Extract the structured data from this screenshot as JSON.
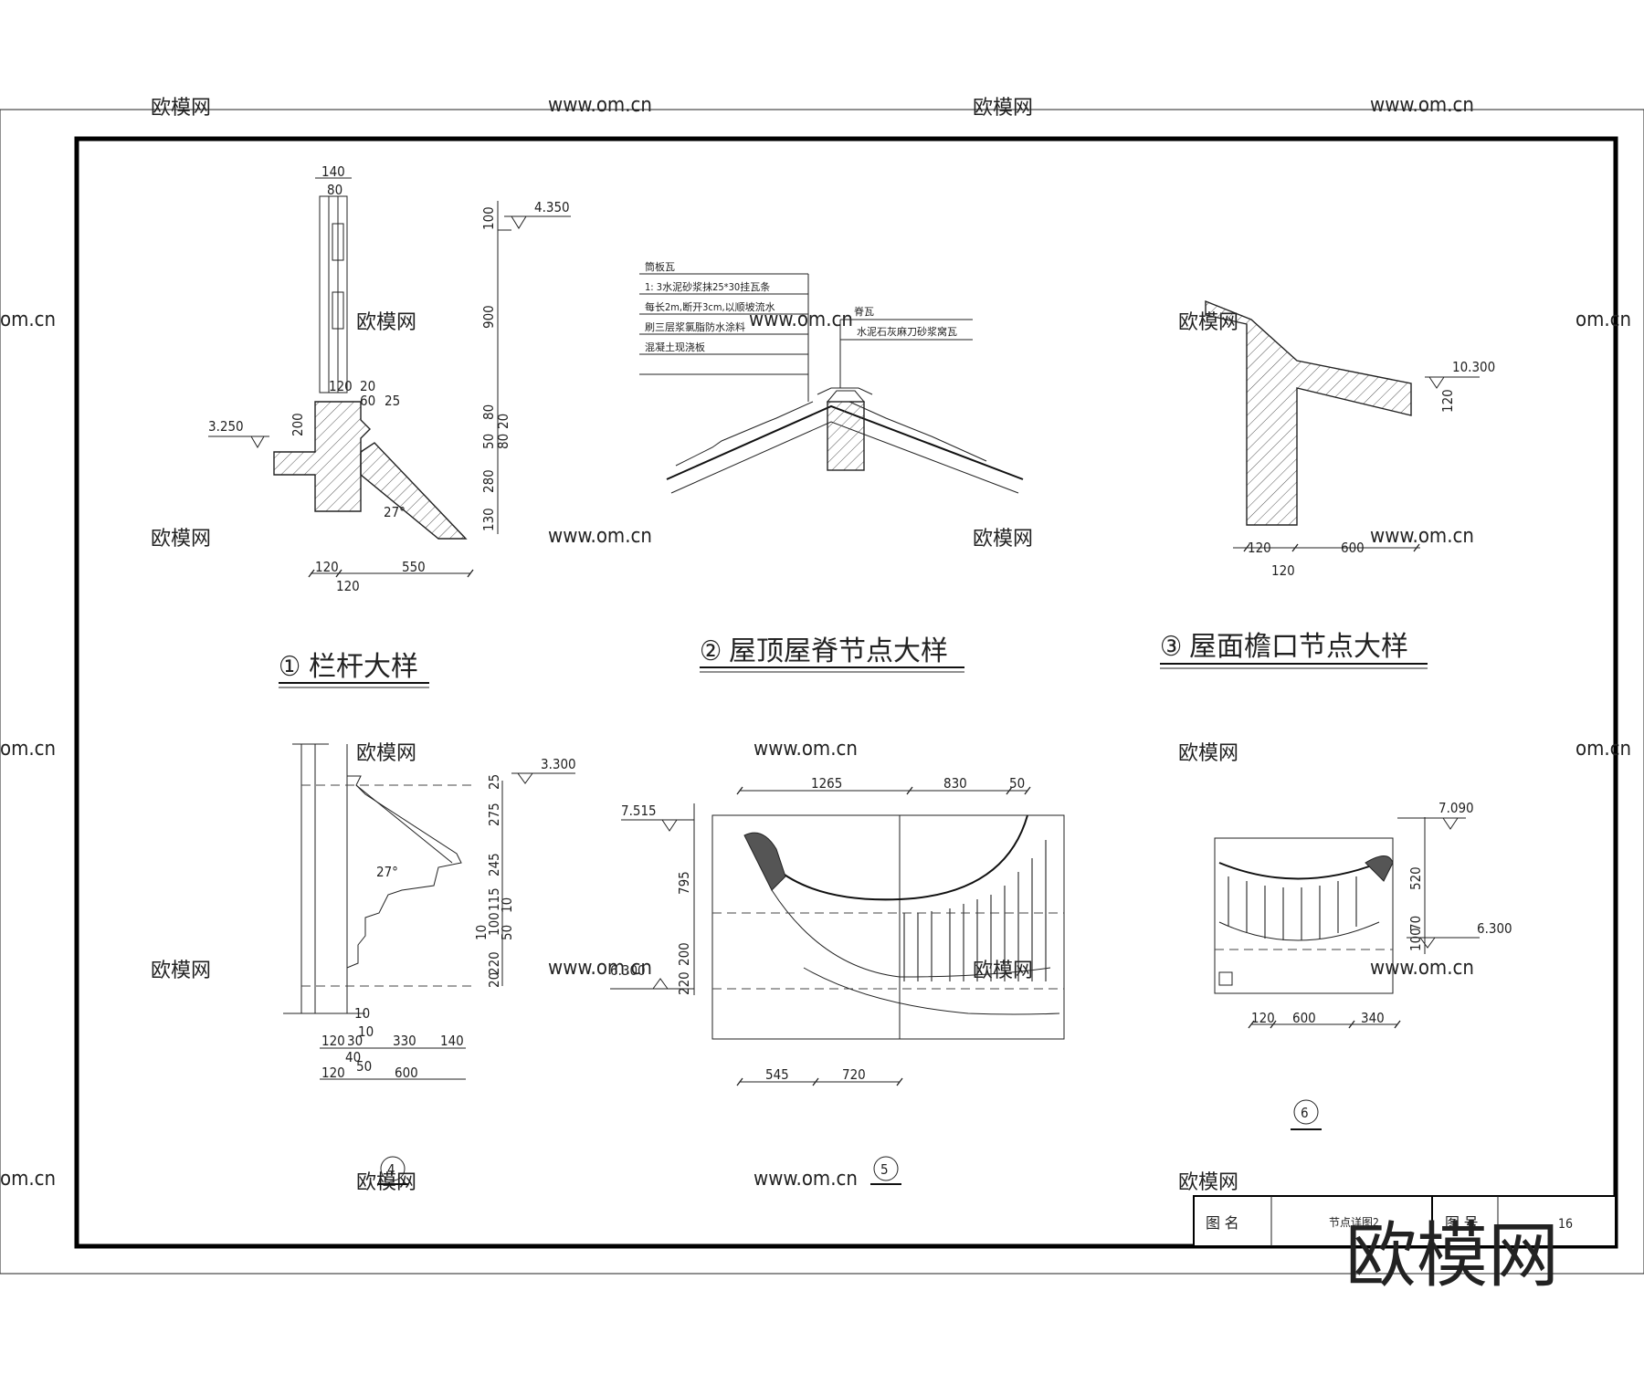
{
  "watermarks": {
    "site_text": "欧模网",
    "url_text": "www.om.cn",
    "domain_text": "om.cn",
    "corner_logo": "欧模网"
  },
  "details": {
    "d1": {
      "number": "①",
      "title": "栏杆大样",
      "dims": [
        "140",
        "80",
        "120",
        "20",
        "60",
        "25",
        "200",
        "120",
        "120",
        "550"
      ],
      "levels": [
        "3.250",
        "4.350"
      ],
      "vertical_dims": [
        "100",
        "900",
        "80",
        "50",
        "20",
        "80",
        "280",
        "130"
      ],
      "angle": "27°"
    },
    "d2": {
      "number": "②",
      "title": "屋顶屋脊节点大样",
      "notes": [
        "筒板瓦",
        "1: 3水泥砂浆抹25*30挂瓦条",
        "每长2m,断开3cm,以顺坡流水",
        "刷三层浆氯脂防水涂料",
        "混凝土现浇板"
      ],
      "ridge_label": "脊瓦",
      "ridge_note": "水泥石灰麻刀砂浆窝瓦"
    },
    "d3": {
      "number": "③",
      "title": "屋面檐口节点大样",
      "level": "10.300",
      "dims": [
        "120",
        "600",
        "120",
        "120"
      ]
    },
    "d4": {
      "number": "4",
      "level": "3.300",
      "vertical_dims": [
        "25",
        "275",
        "245",
        "115",
        "100",
        "10",
        "50",
        "10",
        "220",
        "20"
      ],
      "bottom_dims_1": [
        "10",
        "120",
        "30",
        "10",
        "330",
        "140"
      ],
      "bottom_dims_2": [
        "120",
        "40",
        "50",
        "600"
      ],
      "angle": "27°"
    },
    "d5": {
      "number": "5",
      "levels": [
        "7.515",
        "6.300"
      ],
      "top_dims": [
        "1265",
        "830",
        "50"
      ],
      "vertical_dims": [
        "795",
        "200",
        "220"
      ],
      "bottom_dims": [
        "545",
        "720"
      ]
    },
    "d6": {
      "number": "6",
      "levels": [
        "7.090",
        "6.300"
      ],
      "vertical_dims": [
        "520",
        "70",
        "100"
      ],
      "bottom_dims": [
        "120",
        "600",
        "340"
      ]
    }
  },
  "title_block": {
    "name_label": "图 名",
    "name_value": "节点详图2",
    "number_label": "图 号",
    "number_value": "16"
  }
}
